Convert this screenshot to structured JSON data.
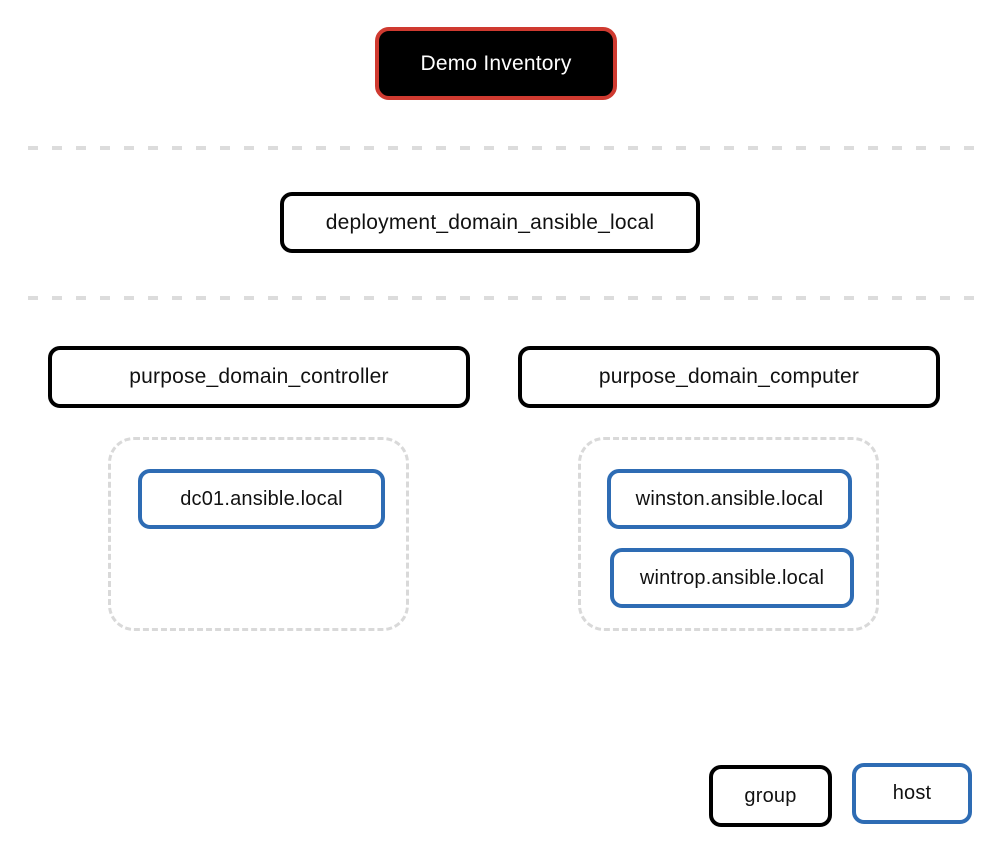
{
  "inventory": {
    "root_label": "Demo Inventory",
    "deployment_group": "deployment_domain_ansible_local",
    "purpose_groups": [
      {
        "label": "purpose_domain_controller",
        "hosts": [
          "dc01.ansible.local"
        ]
      },
      {
        "label": "purpose_domain_computer",
        "hosts": [
          "winston.ansible.local",
          "wintrop.ansible.local"
        ]
      }
    ]
  },
  "legend": {
    "group": "group",
    "host": "host"
  },
  "colors": {
    "root_border": "#cf3a30",
    "root_fill": "#000000",
    "root_text": "#ffffff",
    "group_border": "#000000",
    "host_border": "#2e6cb4",
    "separator": "#dcdcdc",
    "cluster_border": "#d9d9d9"
  }
}
